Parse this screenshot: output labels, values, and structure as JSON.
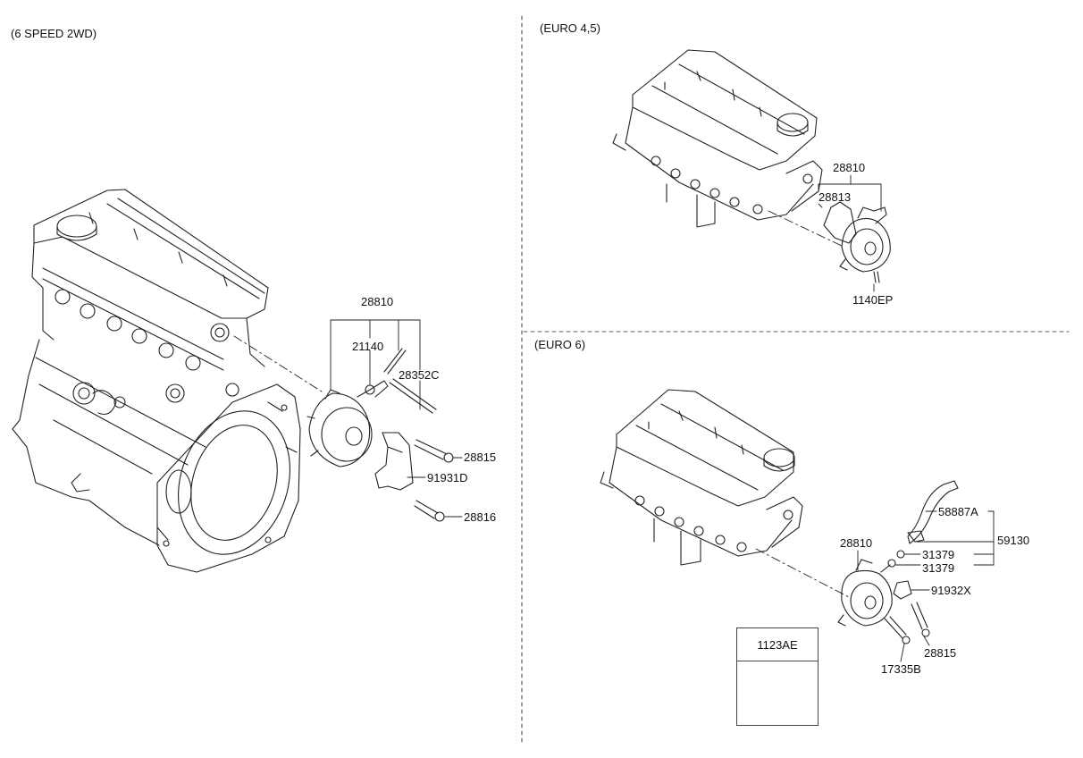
{
  "sections": {
    "left": {
      "title": "(6 SPEED 2WD)"
    },
    "euro45": {
      "title": "(EURO 4,5)"
    },
    "euro6": {
      "title": "(EURO 6)"
    }
  },
  "left_labels": {
    "p28810": "28810",
    "p21140": "21140",
    "p28352c": "28352C",
    "p28815": "28815",
    "p91931d": "91931D",
    "p28816": "28816"
  },
  "euro45_labels": {
    "p28810": "28810",
    "p28813": "28813",
    "p1140ep": "1140EP"
  },
  "euro6_labels": {
    "p58887a": "58887A",
    "p59130": "59130",
    "p31379a": "31379",
    "p31379b": "31379",
    "p28810": "28810",
    "p91932x": "91932X",
    "p28815": "28815",
    "p17335b": "17335B"
  },
  "inset": {
    "title": "1123AE"
  }
}
